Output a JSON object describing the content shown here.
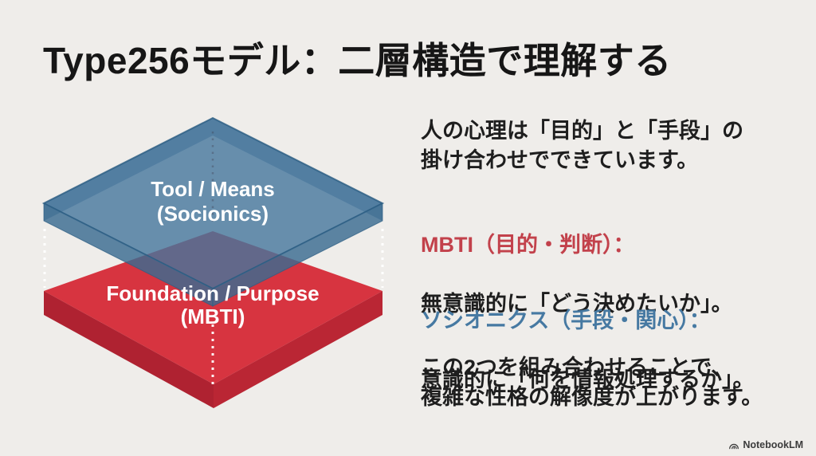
{
  "slide": {
    "title": "Type256モデル：二層構造で理解する",
    "background_color": "#EFEDEA"
  },
  "diagram": {
    "top_layer": {
      "label_line1": "Tool / Means",
      "label_line2": "(Socionics)",
      "fill_color": "#45759C",
      "edge_color": "#2B5C82"
    },
    "bottom_layer": {
      "label_line1": "Foundation / Purpose",
      "label_line2": "(MBTI)",
      "fill_color": "#D73440",
      "side_color": "#AF2231"
    }
  },
  "content": {
    "intro": "人の心理は「目的」と「手段」の\n掛け合わせでできています。",
    "mbti": {
      "heading": "MBTI（目的・判断）：",
      "heading_color": "#C2414B",
      "body": "無意識的に「どう決めたいか」。"
    },
    "socionics": {
      "heading": "ソシオニクス（手段・関心）：",
      "heading_color": "#4679A2",
      "body": "意識的に「何を情報処理するか」。"
    },
    "conclusion": "この2つを組み合わせることで、\n複雑な性格の解像度が上がります。"
  },
  "footer": {
    "brand": "NotebookLM"
  }
}
